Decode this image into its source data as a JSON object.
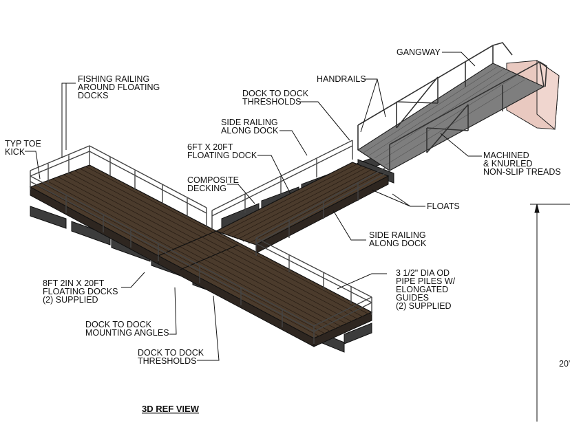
{
  "labels": {
    "gangway": "GANGWAY",
    "handrails": "HANDRAILS",
    "fishing_railing": [
      "FISHING RAILING",
      "AROUND FLOATING",
      "DOCKS"
    ],
    "thresholds_top": [
      "DOCK TO DOCK",
      "THRESHOLDS"
    ],
    "side_railing_top": [
      "SIDE RAILING",
      "ALONG DOCK"
    ],
    "toe_kick": [
      "TYP TOE",
      "KICK"
    ],
    "floating_dock_6x20": [
      "6FT X 20FT",
      "FLOATING DOCK"
    ],
    "composite_decking": [
      "COMPOSITE",
      "DECKING"
    ],
    "treads": [
      "MACHINED",
      "& KNURLED",
      "NON-SLIP TREADS"
    ],
    "floats": "FLOATS",
    "side_railing_bottom": [
      "SIDE RAILING",
      "ALONG DOCK"
    ],
    "pipe_piles": [
      "3 1/2\" DIA OD",
      "PIPE PILES W/",
      "ELONGATED",
      "GUIDES",
      "(2) SUPPLIED"
    ],
    "floating_docks_8x20": [
      "8FT 2IN X 20FT",
      "FLOATING DOCKS",
      "(2) SUPPLIED"
    ],
    "mounting_angles": [
      "DOCK TO DOCK",
      "MOUNTING ANGLES"
    ],
    "thresholds_bottom": [
      "DOCK TO DOCK",
      "THRESHOLDS"
    ],
    "view_title": "3D REF VIEW",
    "dim_partial": "20'"
  },
  "colors": {
    "deck": "#4a3a2b",
    "deck_line": "#2a1f16",
    "rail": "#555555",
    "gangway": "#7d7d7d",
    "float": "#3a3a3a",
    "abutment": "#e8c7bd"
  }
}
